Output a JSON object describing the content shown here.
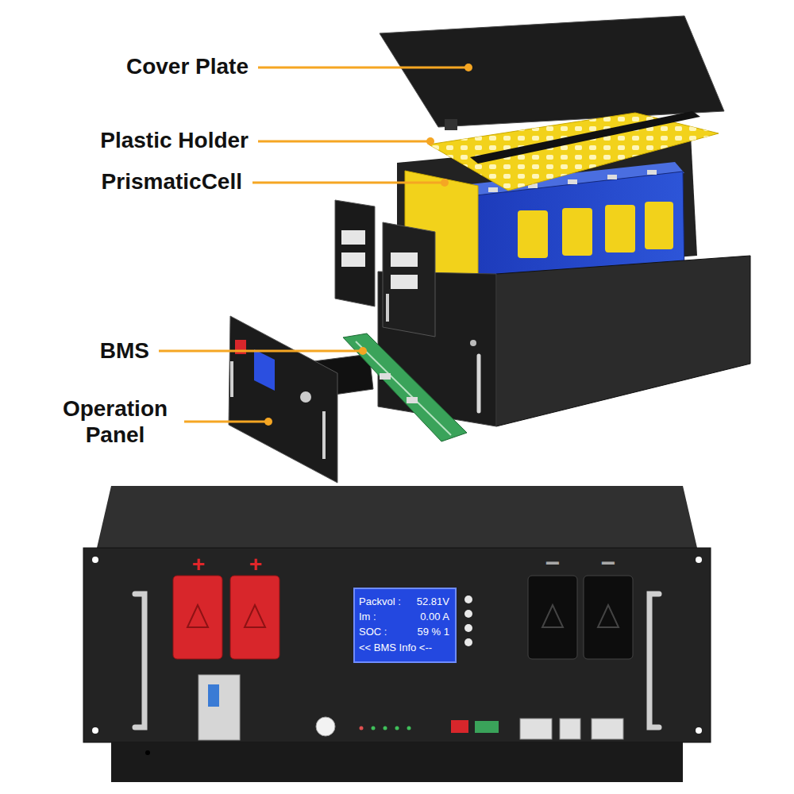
{
  "diagram": {
    "nodes": [
      {
        "text": [
          "Packvol :",
          "52.81V",
          "Im :",
          "0.00 A",
          "SOC :",
          "59 % 1",
          "<< BMS Info <--"
        ]
      }
    ],
    "labels": [
      "Cover Plate",
      "Plastic Holder",
      "PrismaticCell",
      "BMS",
      "Operation Panel",
      "+",
      "+",
      "−",
      "−"
    ]
  }
}
